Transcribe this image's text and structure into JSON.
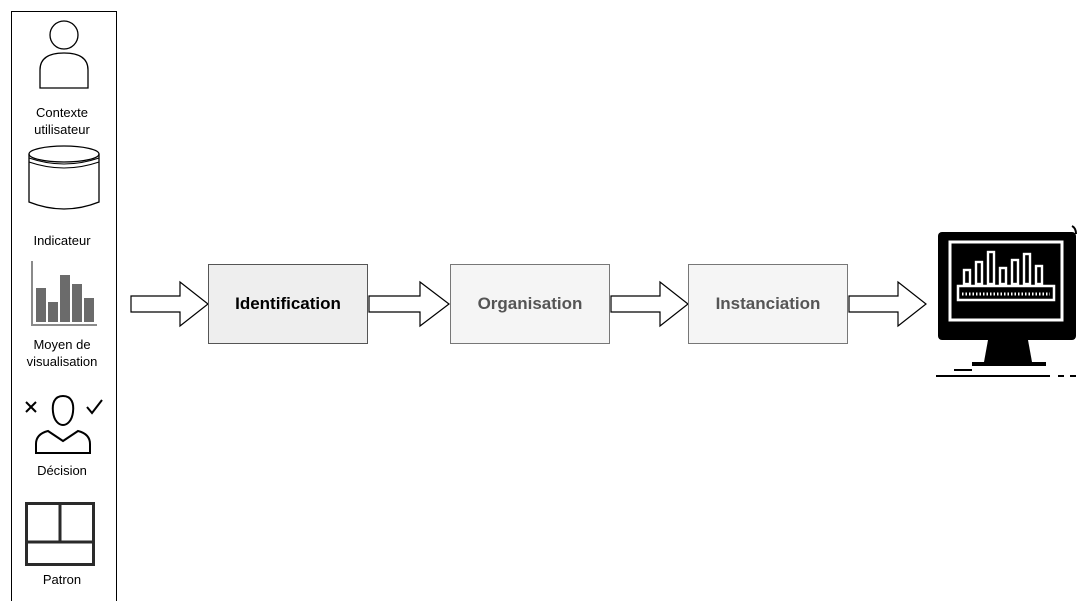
{
  "palette": {
    "step1_fill": "#eeeeee",
    "step_fill": "#f5f5f5",
    "step1_text": "#000000",
    "step_text": "#555555",
    "stroke": "#000000"
  },
  "inputs": [
    {
      "label": "Contexte utilisateur",
      "icon": "user-icon"
    },
    {
      "label": "Indicateur",
      "icon": "database-icon"
    },
    {
      "label": "Moyen de visualisation",
      "icon": "bar-chart-icon"
    },
    {
      "label": "Décision",
      "icon": "decision-user-icon"
    },
    {
      "label": "Patron",
      "icon": "layout-template-icon"
    }
  ],
  "steps": [
    {
      "label": "Identification"
    },
    {
      "label": "Organisation"
    },
    {
      "label": "Instanciation"
    }
  ],
  "output": {
    "icon": "dashboard-monitor-icon"
  }
}
